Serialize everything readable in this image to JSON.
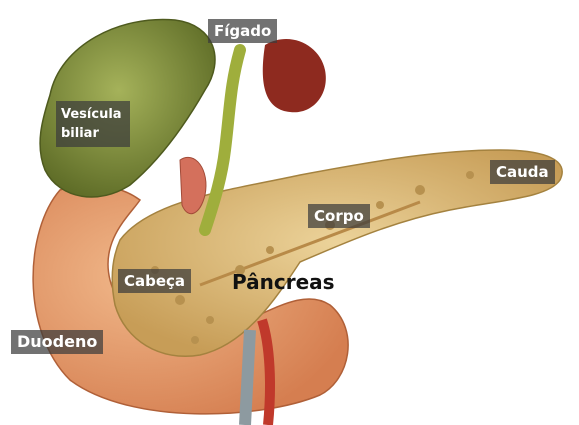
{
  "labels": {
    "figado": "Fígado",
    "vesicula": "Vesícula biliar",
    "cauda": "Cauda",
    "corpo": "Corpo",
    "cabeca": "Cabeça",
    "duodeno": "Duodeno",
    "pancreas": "Pâncreas"
  },
  "colors": {
    "pancreas": "#d8b877",
    "duodeno": "#e49a6a",
    "gallbladder": "#7f8f3e",
    "liver": "#8e2a1f",
    "bile_duct": "#9fae3c",
    "artery": "#c0392b",
    "vein": "#8d9aa0"
  }
}
